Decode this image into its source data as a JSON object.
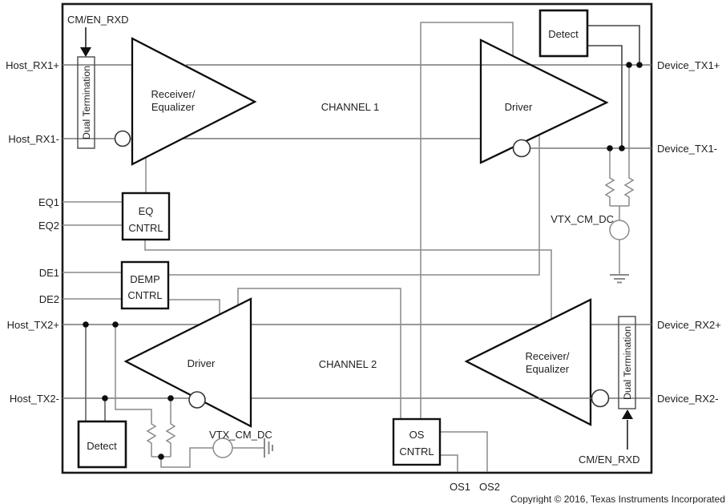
{
  "diagram": {
    "title_blocks": {
      "receiver_equalizer_line1": "Receiver/",
      "receiver_equalizer_line2": "Equalizer",
      "driver": "Driver",
      "detect": "Detect",
      "dual_termination": "Dual Termination",
      "eq_cntrl_line1": "EQ",
      "eq_cntrl_line2": "CNTRL",
      "demp_cntrl_line1": "DEMP",
      "demp_cntrl_line2": "CNTRL",
      "os_cntrl_line1": "OS",
      "os_cntrl_line2": "CNTRL",
      "vtx_cm_dc": "VTX_CM_DC"
    },
    "channels": {
      "channel1": "CHANNEL 1",
      "channel2": "CHANNEL 2"
    },
    "pins": {
      "cm_en_rxd": "CM/EN_RXD",
      "host_rx1_p": "Host_RX1+",
      "host_rx1_n": "Host_RX1-",
      "eq1": "EQ1",
      "eq2": "EQ2",
      "de1": "DE1",
      "de2": "DE2",
      "host_tx2_p": "Host_TX2+",
      "host_tx2_n": "Host_TX2-",
      "device_tx1_p": "Device_TX1+",
      "device_tx1_n": "Device_TX1-",
      "device_rx2_p": "Device_RX2+",
      "device_rx2_n": "Device_RX2-",
      "os1": "OS1",
      "os2": "OS2"
    },
    "footer": {
      "copyright": "Copyright © 2016, Texas Instruments Incorporated"
    },
    "colors": {
      "ink": "#1a1a1a",
      "wire_gray": "#8a8a8a",
      "channel_line": "#777777",
      "detect_wire": "#444444",
      "background": "#ffffff"
    }
  }
}
